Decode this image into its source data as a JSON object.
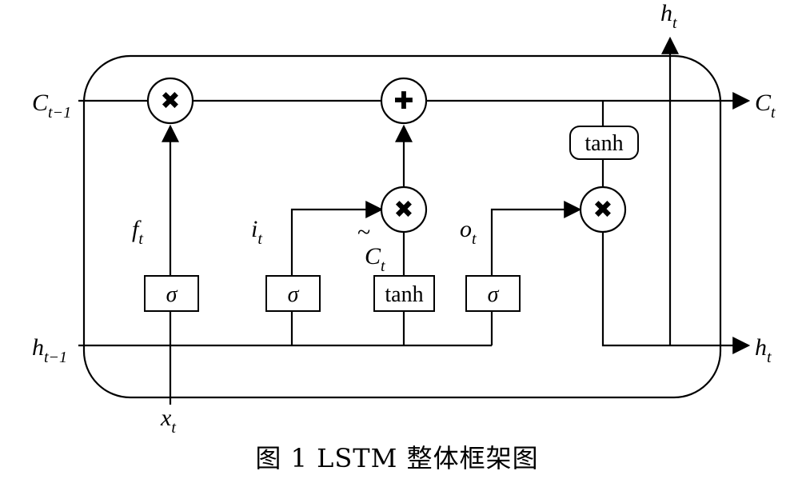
{
  "caption": "图 1   LSTM 整体框架图",
  "inputs": {
    "c_prev": {
      "base": "C",
      "sub": "t−1"
    },
    "h_prev": {
      "base": "h",
      "sub": "t−1"
    },
    "x": {
      "base": "x",
      "sub": "t"
    }
  },
  "outputs": {
    "c_out": {
      "base": "C",
      "sub": "t"
    },
    "h_out_right": {
      "base": "h",
      "sub": "t"
    },
    "h_out_top": {
      "base": "h",
      "sub": "t"
    }
  },
  "gate_labels": {
    "forget": {
      "base": "f",
      "sub": "t"
    },
    "input": {
      "base": "i",
      "sub": "t"
    },
    "candidate": {
      "base": "C",
      "sub": "t",
      "accent": "~"
    },
    "output": {
      "base": "o",
      "sub": "t"
    }
  },
  "boxes": {
    "sigma": "σ",
    "tanh": "tanh"
  },
  "ops": {
    "multiply": "✖",
    "add": "✚"
  }
}
